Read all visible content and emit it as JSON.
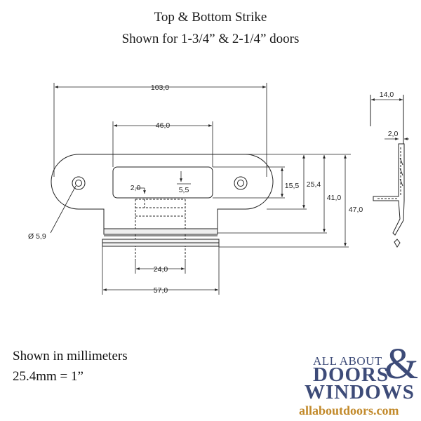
{
  "title": {
    "line1": "Top & Bottom Strike",
    "line2": "Shown for 1-3/4” & 2-1/4” doors"
  },
  "dimensions": {
    "overall_length": "103,0",
    "plate_width": "46,0",
    "tab_width": "24,0",
    "base_width": "57,0",
    "hole_diameter": "Ø 5,9",
    "slot_height": "15,5",
    "plate_height": "25,4",
    "height_41": "41,0",
    "height_47": "47,0",
    "gap_2": "2,0",
    "depth_5_5": "5,5",
    "side_depth": "14,0",
    "side_thickness": "2,0"
  },
  "notes": {
    "line1": "Shown in millimeters",
    "line2": "25.4mm = 1”"
  },
  "logo": {
    "line1": "ALL ABOUT",
    "ampersand": "&",
    "line2": "DOORS",
    "line3": "WINDOWS",
    "url": "allaboutdoors.com",
    "color": "#3d4b78",
    "url_color": "#c28a2b"
  },
  "colors": {
    "line": "#222222"
  }
}
